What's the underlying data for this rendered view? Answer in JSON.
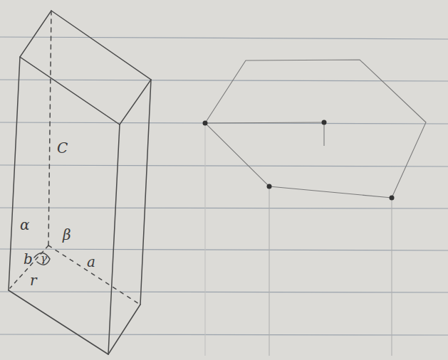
{
  "diagram": {
    "labels": [
      "C",
      "α",
      "β",
      "b",
      "γ",
      "r",
      "a"
    ]
  }
}
